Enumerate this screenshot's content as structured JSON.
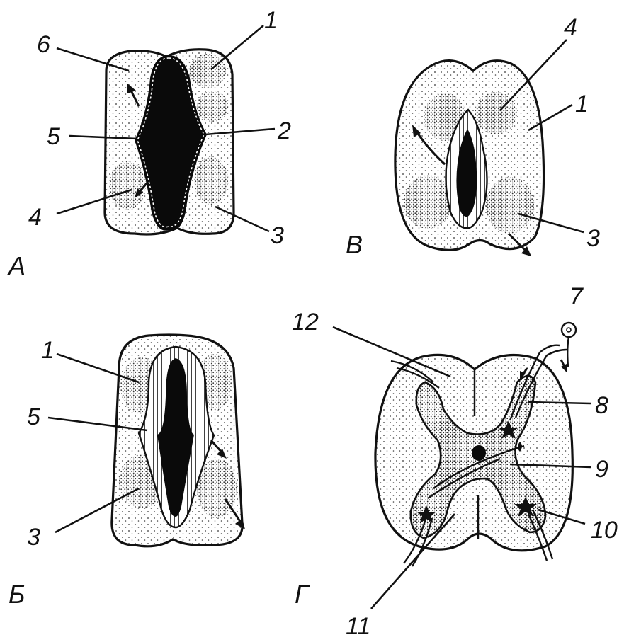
{
  "panels": {
    "A": {
      "label": "А",
      "parts": [
        "1",
        "2",
        "3",
        "4",
        "5",
        "6"
      ]
    },
    "B": {
      "label": "Б",
      "parts": [
        "1",
        "5",
        "3"
      ]
    },
    "V": {
      "label": "В",
      "parts": [
        "4",
        "1",
        "3"
      ]
    },
    "G": {
      "label": "Г",
      "parts": [
        "7",
        "8",
        "9",
        "10",
        "11",
        "12"
      ]
    }
  },
  "numbers": {
    "n1": "1",
    "n2": "2",
    "n3": "3",
    "n4": "4",
    "n5": "5",
    "n6": "6",
    "n7": "7",
    "n8": "8",
    "n9": "9",
    "n10": "10",
    "n11": "11",
    "n12": "12"
  }
}
